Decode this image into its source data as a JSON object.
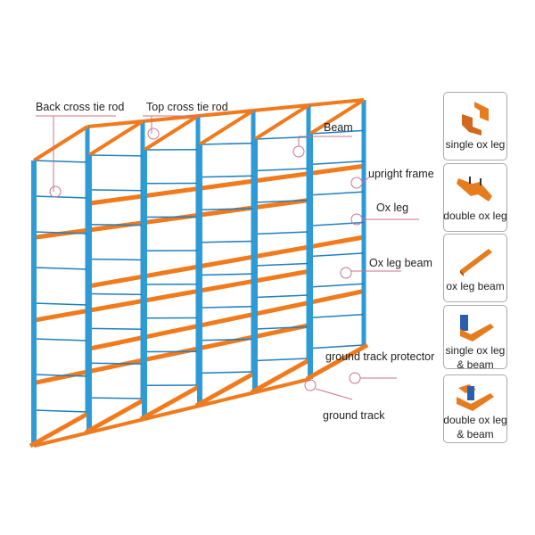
{
  "labels": {
    "back_cross_tie_rod": "Back cross tie rod",
    "top_cross_tie_rod": "Top cross tie rod",
    "beam": "Beam",
    "upright_frame": "upright frame",
    "ox_leg": "Ox leg",
    "ox_leg_beam": "Ox leg beam",
    "ground_track_protector": "ground track protector",
    "ground_track": "ground track"
  },
  "parts": [
    {
      "line1": "single ox leg",
      "line2": ""
    },
    {
      "line1": "double ox leg",
      "line2": ""
    },
    {
      "line1": "ox leg beam",
      "line2": ""
    },
    {
      "line1": "single ox leg",
      "line2": "& beam"
    },
    {
      "line1": "double ox leg",
      "line2": "& beam"
    }
  ],
  "colors": {
    "upright": "#2e9bd6",
    "beam": "#f07a1c",
    "leader": "#c9738a"
  }
}
